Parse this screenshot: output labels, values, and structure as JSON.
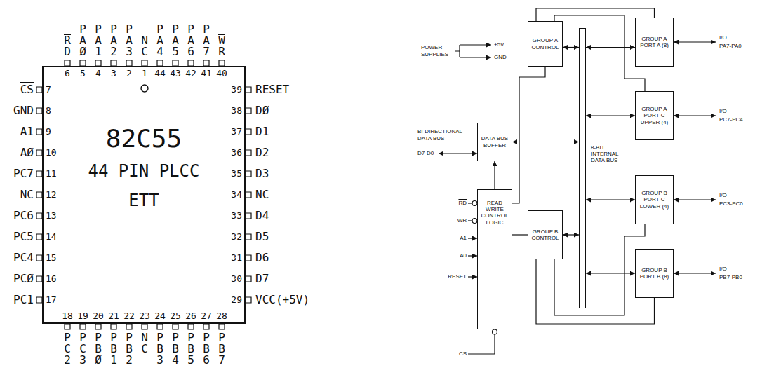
{
  "diagram": {
    "nodes": [
      {
        "text": [
          "82C55",
          "44 PIN PLCC",
          "ETT"
        ]
      },
      {
        "text": [
          "GROUP A CONTROL"
        ]
      },
      {
        "text": [
          "GROUP A PORT A (8)"
        ]
      },
      {
        "text": [
          "GROUP A PORT C UPPER (4)"
        ]
      },
      {
        "text": [
          "8-BIT INTERNAL DATA BUS"
        ]
      },
      {
        "text": [
          "DATA BUS BUFFER"
        ]
      },
      {
        "text": [
          "READ WRITE CONTROL LOGIC"
        ]
      },
      {
        "text": [
          "GROUP B CONTROL"
        ]
      },
      {
        "text": [
          "GROUP B PORT C LOWER (4)"
        ]
      },
      {
        "text": [
          "GROUP B PORT B (8)"
        ]
      }
    ],
    "edges": [
      {
        "from": 5,
        "to": 4,
        "arrow": "both"
      },
      {
        "from": 1,
        "to": 4,
        "arrow": "both"
      },
      {
        "from": 4,
        "to": 2,
        "arrow": "both"
      },
      {
        "from": 4,
        "to": 3,
        "arrow": "both"
      },
      {
        "from": 4,
        "to": 8,
        "arrow": "both"
      },
      {
        "from": 4,
        "to": 9,
        "arrow": "both"
      },
      {
        "from": 7,
        "to": 4,
        "arrow": "both"
      },
      {
        "from": 1,
        "to": 2,
        "arrow": "none"
      },
      {
        "from": 1,
        "to": 3,
        "arrow": "none"
      },
      {
        "from": 7,
        "to": 8,
        "arrow": "none"
      },
      {
        "from": 7,
        "to": 9,
        "arrow": "none"
      },
      {
        "from": 6,
        "to": 1,
        "arrow": "none"
      },
      {
        "from": 6,
        "to": 7,
        "arrow": "none"
      },
      {
        "from": 6,
        "to": 5,
        "arrow": "to"
      }
    ],
    "labels": [
      "RD",
      "PAØ",
      "PA1",
      "PA2",
      "PA3",
      "NC",
      "PA4",
      "PA5",
      "PA6",
      "PA7",
      "WR",
      "6",
      "5",
      "4",
      "3",
      "2",
      "1",
      "44",
      "43",
      "42",
      "41",
      "40",
      "CS",
      "GND",
      "A1",
      "AØ",
      "PC7",
      "NC",
      "PC6",
      "PC5",
      "PC4",
      "PCØ",
      "PC1",
      "7",
      "8",
      "9",
      "10",
      "11",
      "12",
      "13",
      "14",
      "15",
      "16",
      "17",
      "39",
      "38",
      "37",
      "36",
      "35",
      "34",
      "33",
      "32",
      "31",
      "30",
      "29",
      "RESET",
      "DØ",
      "D1",
      "D2",
      "D3",
      "NC",
      "D4",
      "D5",
      "D6",
      "D7",
      "VCC(+5V)",
      "18",
      "19",
      "20",
      "21",
      "22",
      "23",
      "24",
      "25",
      "26",
      "27",
      "28",
      "PC2",
      "PC3",
      "PBØ",
      "PB1",
      "PB2",
      "NC",
      "PB3",
      "PB4",
      "PB5",
      "PB6",
      "PB7",
      "POWER SUPPLIES",
      "+5V",
      "GND",
      "BI-DIRECTIONAL DATA BUS",
      "D7-D0",
      "RD",
      "WR",
      "A1",
      "A0",
      "RESET",
      "CS",
      "I/O",
      "PA7-PA0",
      "I/O",
      "PC7-PC4",
      "I/O",
      "PC3-PC0",
      "I/O",
      "PB7-PB0"
    ]
  }
}
